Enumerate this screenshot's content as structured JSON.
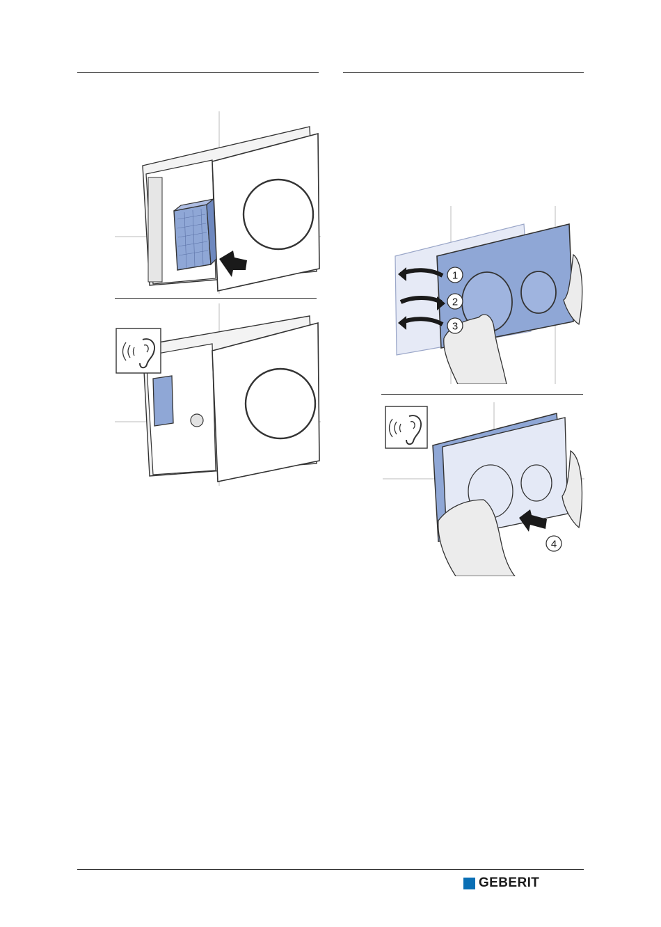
{
  "logo": {
    "text": "GEBERIT",
    "color": "#0a6fb5"
  },
  "steps": [
    "1",
    "2",
    "3",
    "4"
  ],
  "colors": {
    "accent_blue": "#8fa7d6",
    "light_blue": "#d9e0f1",
    "line": "#2a2a2a"
  },
  "icons": [
    "ear-sound-icon",
    "push-arrow-icon"
  ]
}
